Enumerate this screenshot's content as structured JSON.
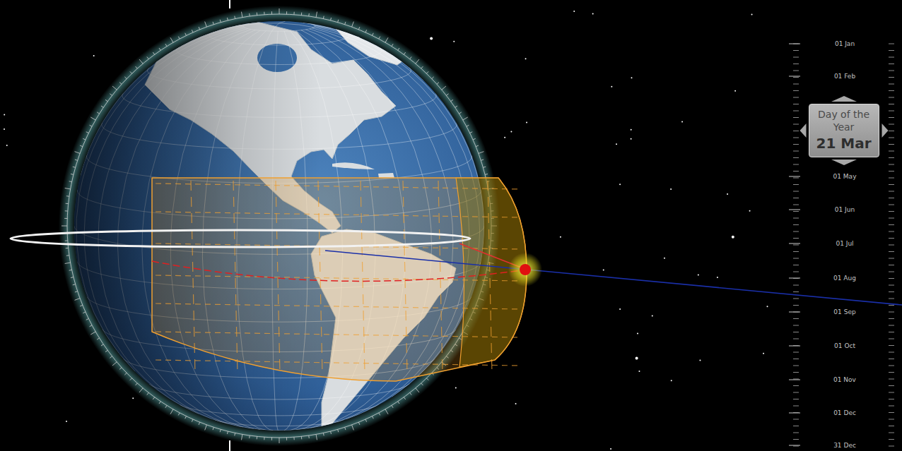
{
  "diagram": {
    "nodes": [
      {
        "text": [
          "Day of the Year",
          "21 Mar"
        ]
      }
    ],
    "labels": [
      "01 Jan",
      "01 Feb",
      "01 May",
      "01 Jun",
      "01 Jul",
      "01 Aug",
      "01 Sep",
      "01 Oct",
      "01 Nov",
      "01 Dec",
      "31 Dec"
    ]
  }
}
